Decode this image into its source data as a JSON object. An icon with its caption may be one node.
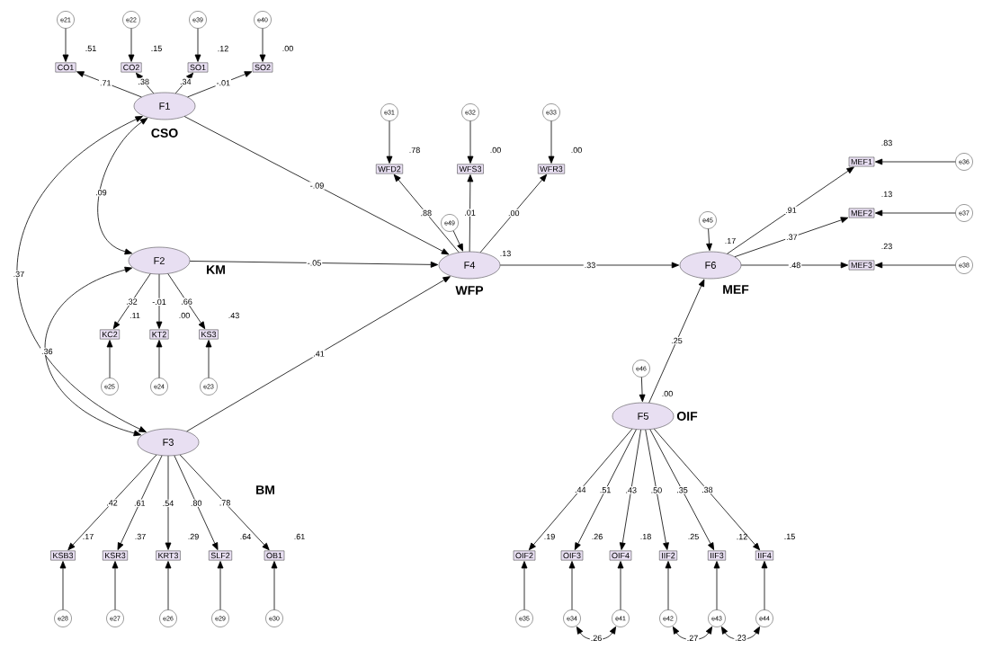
{
  "diagram": {
    "nodes": [
      {
        "text": [
          "F1"
        ],
        "beside": [
          "CSO"
        ]
      },
      {
        "text": [
          "F2"
        ],
        "beside": [
          "KM"
        ]
      },
      {
        "text": [
          "F3"
        ]
      },
      {
        "text": [
          "F4"
        ],
        "beside": [
          "WFP",
          ".13"
        ]
      },
      {
        "text": [
          "F5"
        ],
        "beside": [
          "OIF",
          ".00"
        ]
      },
      {
        "text": [
          "F6"
        ],
        "beside": [
          "MEF",
          ".17"
        ]
      },
      {
        "text": [
          "CO1"
        ],
        "beside": [
          ".51"
        ]
      },
      {
        "text": [
          "CO2"
        ],
        "beside": [
          ".15"
        ]
      },
      {
        "text": [
          "SO1"
        ],
        "beside": [
          ".12"
        ]
      },
      {
        "text": [
          "SO2"
        ],
        "beside": [
          ".00"
        ]
      },
      {
        "text": [
          "KC2"
        ],
        "beside": [
          ".11"
        ]
      },
      {
        "text": [
          "KT2"
        ],
        "beside": [
          ".00"
        ]
      },
      {
        "text": [
          "KS3"
        ],
        "beside": [
          ".43"
        ]
      },
      {
        "text": [
          "KSB3"
        ],
        "beside": [
          ".17"
        ]
      },
      {
        "text": [
          "KSR3"
        ],
        "beside": [
          ".37"
        ]
      },
      {
        "text": [
          "KRT3"
        ],
        "beside": [
          ".29"
        ]
      },
      {
        "text": [
          "SLF2"
        ],
        "beside": [
          ".64"
        ]
      },
      {
        "text": [
          "OB1"
        ],
        "beside": [
          ".61"
        ]
      },
      {
        "text": [
          "WFD2"
        ],
        "beside": [
          ".78"
        ]
      },
      {
        "text": [
          "WFS3"
        ],
        "beside": [
          ".00"
        ]
      },
      {
        "text": [
          "WFR3"
        ],
        "beside": [
          ".00"
        ]
      },
      {
        "text": [
          "MEF1"
        ],
        "beside": [
          ".83"
        ]
      },
      {
        "text": [
          "MEF2"
        ],
        "beside": [
          ".13"
        ]
      },
      {
        "text": [
          "MEF3"
        ],
        "beside": [
          ".23"
        ]
      },
      {
        "text": [
          "OIF2"
        ],
        "beside": [
          ".19"
        ]
      },
      {
        "text": [
          "OIF3"
        ],
        "beside": [
          ".26"
        ]
      },
      {
        "text": [
          "OIF4"
        ],
        "beside": [
          ".18"
        ]
      },
      {
        "text": [
          "IIF2"
        ],
        "beside": [
          ".25"
        ]
      },
      {
        "text": [
          "IIF3"
        ],
        "beside": [
          ".12"
        ]
      },
      {
        "text": [
          "IIF4"
        ],
        "beside": [
          ".15"
        ]
      },
      {
        "text": [
          "e21"
        ]
      },
      {
        "text": [
          "e22"
        ]
      },
      {
        "text": [
          "e39"
        ]
      },
      {
        "text": [
          "e40"
        ]
      },
      {
        "text": [
          "e25"
        ]
      },
      {
        "text": [
          "e24"
        ]
      },
      {
        "text": [
          "e23"
        ]
      },
      {
        "text": [
          "e28"
        ]
      },
      {
        "text": [
          "e27"
        ]
      },
      {
        "text": [
          "e26"
        ]
      },
      {
        "text": [
          "e29"
        ]
      },
      {
        "text": [
          "e30"
        ]
      },
      {
        "text": [
          "e31"
        ]
      },
      {
        "text": [
          "e32"
        ]
      },
      {
        "text": [
          "e33"
        ]
      },
      {
        "text": [
          "e36"
        ]
      },
      {
        "text": [
          "e37"
        ]
      },
      {
        "text": [
          "e38"
        ]
      },
      {
        "text": [
          "e35"
        ]
      },
      {
        "text": [
          "e34"
        ]
      },
      {
        "text": [
          "e41"
        ]
      },
      {
        "text": [
          "e42"
        ]
      },
      {
        "text": [
          "e43"
        ]
      },
      {
        "text": [
          "e44"
        ]
      },
      {
        "text": [
          "e49"
        ]
      },
      {
        "text": [
          "e45"
        ]
      },
      {
        "text": [
          "e46"
        ]
      }
    ],
    "edges": [
      {
        "from": 30,
        "to": 6,
        "arrow": "to"
      },
      {
        "from": 31,
        "to": 7,
        "arrow": "to"
      },
      {
        "from": 32,
        "to": 8,
        "arrow": "to"
      },
      {
        "from": 33,
        "to": 9,
        "arrow": "to"
      },
      {
        "from": 0,
        "to": 6,
        "arrow": "to",
        "label": ".71"
      },
      {
        "from": 0,
        "to": 7,
        "arrow": "to",
        "label": ".38"
      },
      {
        "from": 0,
        "to": 8,
        "arrow": "to",
        "label": ".34"
      },
      {
        "from": 0,
        "to": 9,
        "arrow": "to",
        "label": "-.01"
      },
      {
        "from": 0,
        "to": 1,
        "arrow": "both",
        "label": ".09"
      },
      {
        "from": 0,
        "to": 2,
        "arrow": "both",
        "label": ".37"
      },
      {
        "from": 1,
        "to": 2,
        "arrow": "both",
        "label": ".36"
      },
      {
        "from": 0,
        "to": 3,
        "arrow": "to",
        "label": "-.09"
      },
      {
        "from": 1,
        "to": 3,
        "arrow": "to",
        "label": "-.05"
      },
      {
        "from": 2,
        "to": 3,
        "arrow": "to",
        "label": ".41"
      },
      {
        "from": 1,
        "to": 10,
        "arrow": "to",
        "label": ".32"
      },
      {
        "from": 1,
        "to": 11,
        "arrow": "to",
        "label": "-.01"
      },
      {
        "from": 1,
        "to": 12,
        "arrow": "to",
        "label": ".66"
      },
      {
        "from": 34,
        "to": 10,
        "arrow": "to"
      },
      {
        "from": 35,
        "to": 11,
        "arrow": "to"
      },
      {
        "from": 36,
        "to": 12,
        "arrow": "to"
      },
      {
        "from": 2,
        "to": 13,
        "arrow": "to",
        "label": ".42"
      },
      {
        "from": 2,
        "to": 14,
        "arrow": "to",
        "label": ".61"
      },
      {
        "from": 2,
        "to": 15,
        "arrow": "to",
        "label": ".54"
      },
      {
        "from": 2,
        "to": 16,
        "arrow": "to",
        "label": ".80"
      },
      {
        "from": 2,
        "to": 17,
        "arrow": "to",
        "label": ".78"
      },
      {
        "from": 37,
        "to": 13,
        "arrow": "to"
      },
      {
        "from": 38,
        "to": 14,
        "arrow": "to"
      },
      {
        "from": 39,
        "to": 15,
        "arrow": "to"
      },
      {
        "from": 40,
        "to": 16,
        "arrow": "to"
      },
      {
        "from": 41,
        "to": 17,
        "arrow": "to"
      },
      {
        "from": 42,
        "to": 18,
        "arrow": "to"
      },
      {
        "from": 43,
        "to": 19,
        "arrow": "to"
      },
      {
        "from": 44,
        "to": 20,
        "arrow": "to"
      },
      {
        "from": 3,
        "to": 18,
        "arrow": "to",
        "label": ".88"
      },
      {
        "from": 3,
        "to": 19,
        "arrow": "to",
        "label": ".01"
      },
      {
        "from": 3,
        "to": 20,
        "arrow": "to",
        "label": ".00"
      },
      {
        "from": 54,
        "to": 3,
        "arrow": "to"
      },
      {
        "from": 3,
        "to": 5,
        "arrow": "to",
        "label": ".33"
      },
      {
        "from": 55,
        "to": 5,
        "arrow": "to"
      },
      {
        "from": 5,
        "to": 21,
        "arrow": "to",
        "label": ".91"
      },
      {
        "from": 5,
        "to": 22,
        "arrow": "to",
        "label": ".37"
      },
      {
        "from": 5,
        "to": 23,
        "arrow": "to",
        "label": ".48"
      },
      {
        "from": 45,
        "to": 21,
        "arrow": "to"
      },
      {
        "from": 46,
        "to": 22,
        "arrow": "to"
      },
      {
        "from": 47,
        "to": 23,
        "arrow": "to"
      },
      {
        "from": 56,
        "to": 4,
        "arrow": "to"
      },
      {
        "from": 4,
        "to": 5,
        "arrow": "to",
        "label": ".25"
      },
      {
        "from": 4,
        "to": 24,
        "arrow": "to",
        "label": ".44"
      },
      {
        "from": 4,
        "to": 25,
        "arrow": "to",
        "label": ".51"
      },
      {
        "from": 4,
        "to": 26,
        "arrow": "to",
        "label": ".43"
      },
      {
        "from": 4,
        "to": 27,
        "arrow": "to",
        "label": ".50"
      },
      {
        "from": 4,
        "to": 28,
        "arrow": "to",
        "label": ".35"
      },
      {
        "from": 4,
        "to": 29,
        "arrow": "to",
        "label": ".38"
      },
      {
        "from": 48,
        "to": 24,
        "arrow": "to"
      },
      {
        "from": 49,
        "to": 25,
        "arrow": "to"
      },
      {
        "from": 50,
        "to": 26,
        "arrow": "to"
      },
      {
        "from": 51,
        "to": 27,
        "arrow": "to"
      },
      {
        "from": 52,
        "to": 28,
        "arrow": "to"
      },
      {
        "from": 53,
        "to": 29,
        "arrow": "to"
      },
      {
        "from": 49,
        "to": 50,
        "arrow": "both",
        "label": ".26"
      },
      {
        "from": 51,
        "to": 52,
        "arrow": "both",
        "label": ".27"
      },
      {
        "from": 52,
        "to": 53,
        "arrow": "both",
        "label": ".23"
      }
    ],
    "labels": [
      "BM"
    ]
  }
}
